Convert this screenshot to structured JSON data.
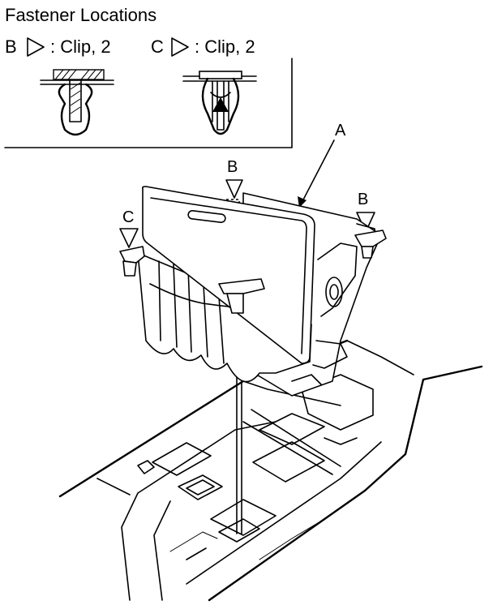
{
  "title": "Fastener Locations",
  "legend": [
    {
      "letter": "B",
      "text": ": Clip, 2"
    },
    {
      "letter": "C",
      "text": ": Clip, 2"
    }
  ],
  "callouts": {
    "a": "A",
    "b": "B",
    "c": "C"
  }
}
